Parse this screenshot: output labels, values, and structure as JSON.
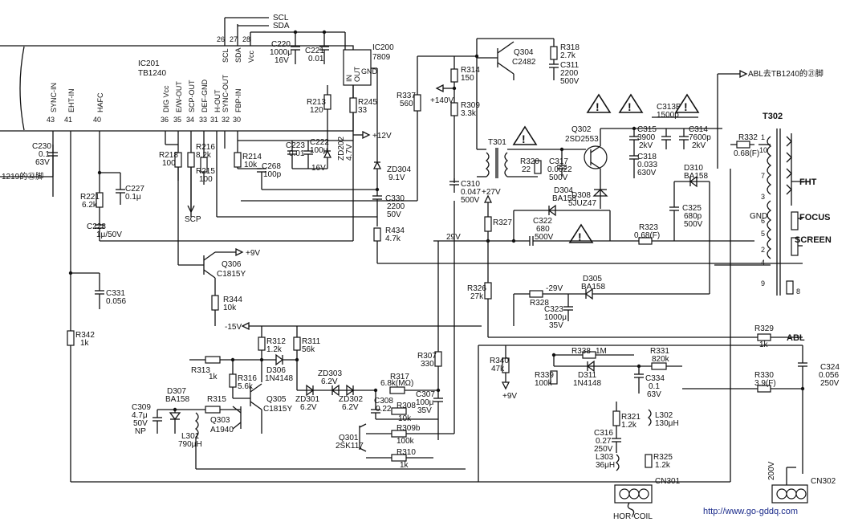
{
  "ic201": {
    "name": "IC201",
    "part": "TB1240",
    "pins_top": [
      {
        "num": "26",
        "label": "SCL"
      },
      {
        "num": "27",
        "label": "SDA"
      },
      {
        "num": "28",
        "label": "Vcc"
      }
    ],
    "pins_bottom": [
      {
        "num": "43",
        "label": "SYNC-IN"
      },
      {
        "num": "41",
        "label": "EHT-IN"
      },
      {
        "num": "40",
        "label": "HAFC"
      },
      {
        "num": "36",
        "label": "DIG Vcc"
      },
      {
        "num": "35",
        "label": "E/W-OUT"
      },
      {
        "num": "34",
        "label": "SCP-OUT"
      },
      {
        "num": "33",
        "label": "DEF-GND"
      },
      {
        "num": "31",
        "label": "H-OUT"
      },
      {
        "num": "32",
        "label": "SYNC-OUT"
      },
      {
        "num": "30",
        "label": "FBP-IN"
      }
    ]
  },
  "bus": {
    "scl": "SCL",
    "sda": "SDA"
  },
  "ic200": {
    "name": "IC200",
    "part": "7809",
    "in": "IN",
    "out": "OUT",
    "gnd": "GND"
  },
  "signals": {
    "in_left": "1219的㉜脚",
    "abl_note": "ABL去TB1240的㉑脚",
    "fht": "FHT",
    "focus": "FOCUS",
    "screen": "SCREEN",
    "abl": "ABL",
    "scp": "SCP",
    "gnd": "GND"
  },
  "rails": {
    "p140": "+140V",
    "p12": "+12V",
    "p9a": "+9V",
    "p9b": "+9V",
    "p27": "+27V",
    "v29": "29V",
    "m15": "-15V",
    "m29": "-29V",
    "v200": "200V"
  },
  "components": [
    {
      "ref": "C220",
      "val": "1000μ",
      "val2": "16V"
    },
    {
      "ref": "C221",
      "val": "0.01"
    },
    {
      "ref": "C230",
      "val": "0.1",
      "val2": "63V"
    },
    {
      "ref": "C227",
      "val": "0.1μ"
    },
    {
      "ref": "R221",
      "val": "6.2k"
    },
    {
      "ref": "C228",
      "val": "1μ/50V"
    },
    {
      "ref": "R218",
      "val": "100"
    },
    {
      "ref": "R216",
      "val": "8.2k"
    },
    {
      "ref": "R215",
      "val": "100"
    },
    {
      "ref": "R214",
      "val": "10k"
    },
    {
      "ref": "C268",
      "val": "100p"
    },
    {
      "ref": "C223",
      "val": "0.01"
    },
    {
      "ref": "C222",
      "val": "100μ",
      "val2": "16V"
    },
    {
      "ref": "ZD202",
      "val": "4.7V"
    },
    {
      "ref": "R213",
      "val": "120"
    },
    {
      "ref": "R245",
      "val": "33"
    },
    {
      "ref": "ZD304",
      "val": "9.1V"
    },
    {
      "ref": "C330",
      "val": "2200",
      "val2": "50V"
    },
    {
      "ref": "R434",
      "val": "4.7k"
    },
    {
      "ref": "Q306",
      "val": "C1815Y"
    },
    {
      "ref": "R344",
      "val": "10k"
    },
    {
      "ref": "C331",
      "val": "0.056"
    },
    {
      "ref": "R342",
      "val": "1k"
    },
    {
      "ref": "R337",
      "val": "560"
    },
    {
      "ref": "R314",
      "val": "150"
    },
    {
      "ref": "R309",
      "val": "3.3k"
    },
    {
      "ref": "Q304",
      "val": "C2482"
    },
    {
      "ref": "R318",
      "val": "2.7k"
    },
    {
      "ref": "C311",
      "val": "2200",
      "val2": "500V"
    },
    {
      "ref": "T301",
      "val": ""
    },
    {
      "ref": "C310",
      "val": "0.047",
      "val2": "500V"
    },
    {
      "ref": "R320",
      "val": "22"
    },
    {
      "ref": "C317",
      "val": "0.0022",
      "val2": "500V"
    },
    {
      "ref": "Q302",
      "val": "2SD2553"
    },
    {
      "ref": "D308",
      "val": "5JUZ47"
    },
    {
      "ref": "C315",
      "val": "3900",
      "val2": "2kV"
    },
    {
      "ref": "C318",
      "val": "0.033",
      "val2": "630V"
    },
    {
      "ref": "C313B",
      "val": "1500p"
    },
    {
      "ref": "C314",
      "val": "7600p",
      "val2": "2kV"
    },
    {
      "ref": "R332",
      "val": "0.68(F)"
    },
    {
      "ref": "T302",
      "val": ""
    },
    {
      "ref": "D310",
      "val": "BA158"
    },
    {
      "ref": "D304",
      "val": "BA158"
    },
    {
      "ref": "C322",
      "val": "680",
      "val2": "500V"
    },
    {
      "ref": "C325",
      "val": "680p",
      "val2": "500V"
    },
    {
      "ref": "R327",
      "val": ""
    },
    {
      "ref": "R323",
      "val": "0.68(F)"
    },
    {
      "ref": "R326",
      "val": "27k"
    },
    {
      "ref": "R328",
      "val": ""
    },
    {
      "ref": "D305",
      "val": "BA158"
    },
    {
      "ref": "C323",
      "val": "1000μ",
      "val2": "35V"
    },
    {
      "ref": "R329",
      "val": "1k"
    },
    {
      "ref": "R312",
      "val": "1.2k"
    },
    {
      "ref": "R311",
      "val": "56k"
    },
    {
      "ref": "R313",
      "val": "1k"
    },
    {
      "ref": "D306",
      "val": "1N4148"
    },
    {
      "ref": "R316",
      "val": "5.6k"
    },
    {
      "ref": "Q305",
      "val": "C1815Y"
    },
    {
      "ref": "ZD303",
      "val": "6.2V"
    },
    {
      "ref": "ZD301",
      "val": "6.2V"
    },
    {
      "ref": "ZD302",
      "val": "6.2V"
    },
    {
      "ref": "R317",
      "val": "6.8k(MΩ)"
    },
    {
      "ref": "R307",
      "val": "330"
    },
    {
      "ref": "C307",
      "val": "100μ",
      "val2": "35V"
    },
    {
      "ref": "C308",
      "val": "0.22"
    },
    {
      "ref": "R308",
      "val": "10k"
    },
    {
      "ref": "R309b",
      "val": "100k"
    },
    {
      "ref": "R310",
      "val": "1k"
    },
    {
      "ref": "Q301",
      "val": "2SK117"
    },
    {
      "ref": "D307",
      "val": "BA158"
    },
    {
      "ref": "R315",
      "val": ""
    },
    {
      "ref": "C309",
      "val": "4.7μ",
      "val2": "50V",
      "val3": "NP"
    },
    {
      "ref": "Q303",
      "val": "A1940"
    },
    {
      "ref": "L301",
      "val": "790μH"
    },
    {
      "ref": "R340",
      "val": "47k"
    },
    {
      "ref": "R338",
      "val": "1M"
    },
    {
      "ref": "R339",
      "val": "100k"
    },
    {
      "ref": "D311",
      "val": "1N4148"
    },
    {
      "ref": "R331",
      "val": "820k"
    },
    {
      "ref": "C334",
      "val": "0.1",
      "val2": "63V"
    },
    {
      "ref": "C324",
      "val": "0.056",
      "val2": "250V"
    },
    {
      "ref": "R330",
      "val": "3.9(F)"
    },
    {
      "ref": "R321",
      "val": "1.2k"
    },
    {
      "ref": "L302",
      "val": "130μH"
    },
    {
      "ref": "C316",
      "val": "0.27",
      "val2": "250V"
    },
    {
      "ref": "L303",
      "val": "36μH"
    },
    {
      "ref": "R325",
      "val": "1.2k"
    },
    {
      "ref": "CN301",
      "val": ""
    },
    {
      "ref": "CN302",
      "val": ""
    }
  ],
  "hor_coil": "HOR-COIL",
  "watermark": "http://www.go-gddq.com",
  "t302_pins": [
    "1",
    "10",
    "7",
    "3",
    "6",
    "5",
    "2",
    "4",
    "9",
    "8"
  ]
}
